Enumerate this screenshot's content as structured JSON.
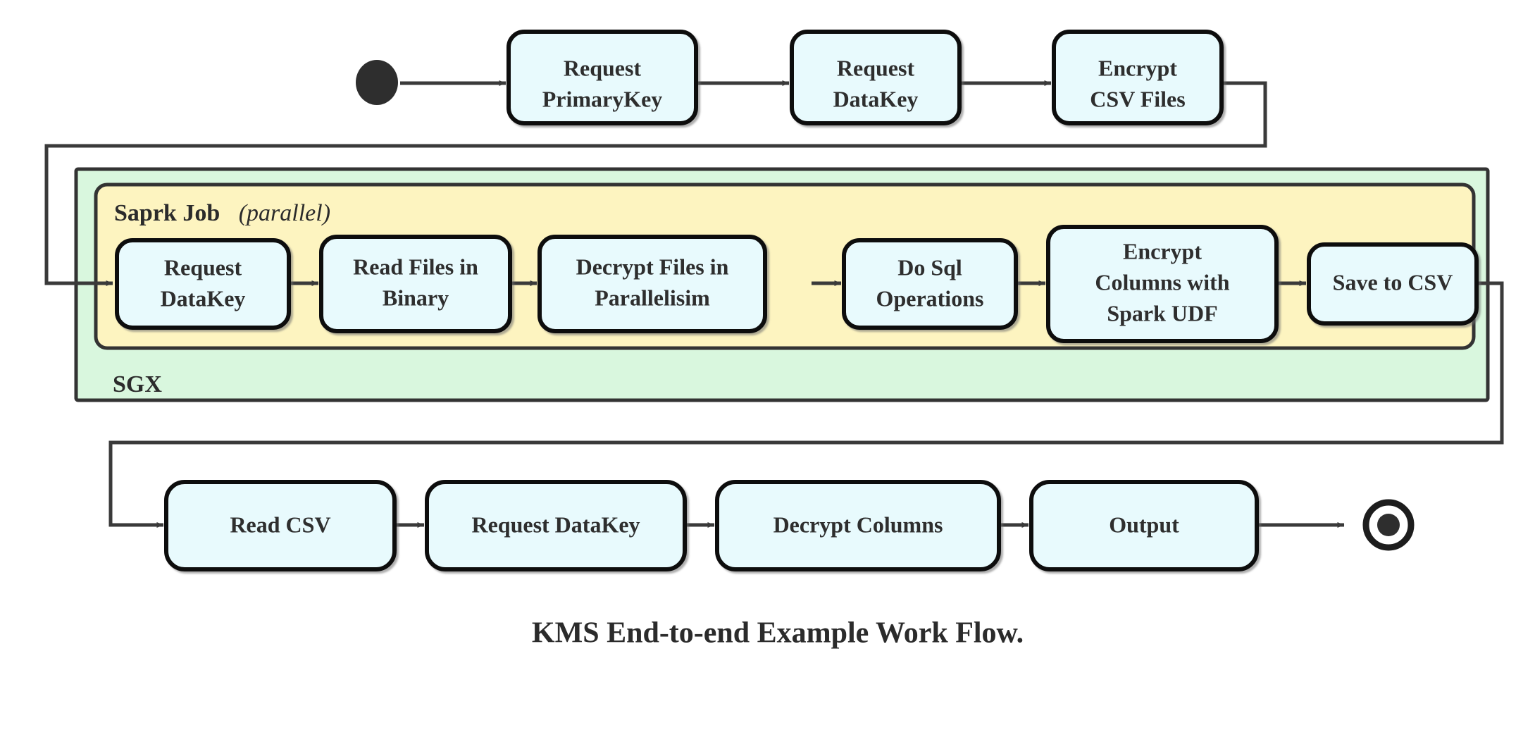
{
  "diagram": {
    "caption": "KMS End-to-end Example Work Flow.",
    "colors": {
      "node_fill": "#e8fafd",
      "node_stroke": "#111111",
      "outer_container_fill": "#d9f7de",
      "inner_container_fill": "#fdf4c0",
      "container_stroke": "#333333",
      "edge_stroke": "#3a3a3a",
      "text": "#2e2e2e",
      "background": "#ffffff"
    },
    "start_node": {
      "name": "start-node",
      "shape": "filled-circle"
    },
    "end_node": {
      "name": "end-node",
      "shape": "bullseye-circle"
    },
    "containers": [
      {
        "id": "sgx",
        "label": "SGX",
        "label_suffix": "",
        "fill": "#d9f7de"
      },
      {
        "id": "spark-job",
        "label": "Saprk Job",
        "label_suffix": "(parallel)",
        "fill": "#fdf4c0"
      }
    ],
    "rows": [
      {
        "id": "row-top",
        "nodes": [
          {
            "id": "request-primarykey",
            "lines": [
              "Request",
              "PrimaryKey"
            ]
          },
          {
            "id": "request-datakey-top",
            "lines": [
              "Request",
              "DataKey"
            ]
          },
          {
            "id": "encrypt-csv-files",
            "lines": [
              "Encrypt",
              "CSV Files"
            ]
          }
        ]
      },
      {
        "id": "row-spark",
        "nodes": [
          {
            "id": "request-datakey-spark",
            "lines": [
              "Request",
              "DataKey"
            ]
          },
          {
            "id": "read-files-in-binary",
            "lines": [
              "Read Files in",
              "Binary"
            ]
          },
          {
            "id": "decrypt-files-in-parallelisim",
            "lines": [
              "Decrypt Files in",
              "Parallelisim"
            ]
          },
          {
            "id": "do-sql-operations",
            "lines": [
              "Do Sql",
              "Operations"
            ]
          },
          {
            "id": "encrypt-columns-with-spark-udf",
            "lines": [
              "Encrypt",
              "Columns with",
              "Spark UDF"
            ]
          },
          {
            "id": "save-to-csv",
            "lines": [
              "Save to CSV"
            ]
          }
        ]
      },
      {
        "id": "row-bottom",
        "nodes": [
          {
            "id": "read-csv",
            "lines": [
              "Read CSV"
            ]
          },
          {
            "id": "request-datakey-bottom",
            "lines": [
              "Request DataKey"
            ]
          },
          {
            "id": "decrypt-columns",
            "lines": [
              "Decrypt Columns"
            ]
          },
          {
            "id": "output",
            "lines": [
              "Output"
            ]
          }
        ]
      }
    ],
    "flow_sequence": [
      "start",
      "Request PrimaryKey",
      "Request DataKey",
      "Encrypt CSV Files",
      "Request DataKey",
      "Read Files in Binary",
      "Decrypt Files in Parallelisim",
      "Do Sql Operations",
      "Encrypt Columns with Spark UDF",
      "Save to CSV",
      "Read CSV",
      "Request DataKey",
      "Decrypt Columns",
      "Output",
      "end"
    ]
  }
}
